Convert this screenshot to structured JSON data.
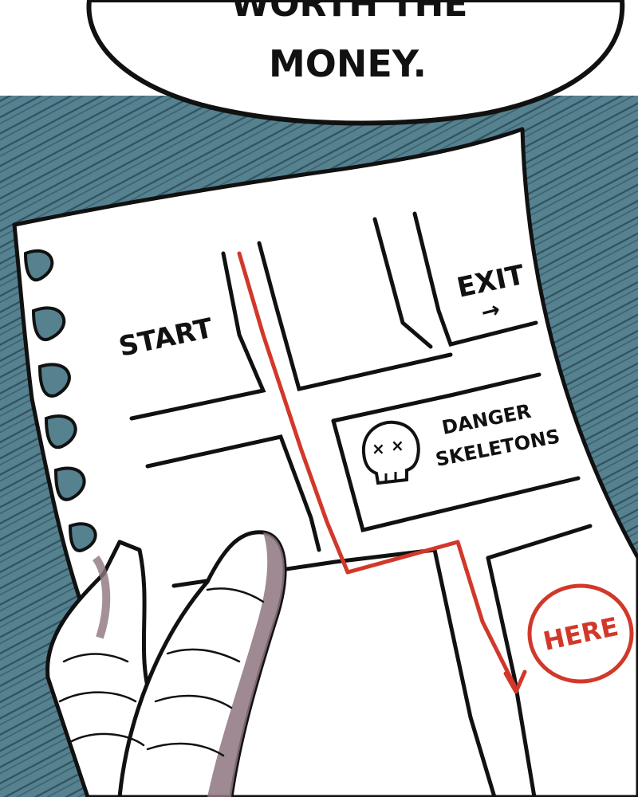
{
  "speech_bubble": {
    "line1": "WORTH THE",
    "line2": "MONEY."
  },
  "map": {
    "start_label": "START",
    "exit_label": "EXIT",
    "exit_arrow": "→",
    "danger_line1": "DANGER",
    "danger_line2": "SKELETONS",
    "here_label": "HERE"
  },
  "colors": {
    "background_hatch": "#56818f",
    "hatch_lines": "#2f5260",
    "paper": "#ffffff",
    "ink": "#111111",
    "route_red": "#d2382a",
    "glove_shadow": "#8e7480"
  },
  "icons": {
    "skull": "skull-icon",
    "route_arrow": "route-arrow-icon"
  }
}
